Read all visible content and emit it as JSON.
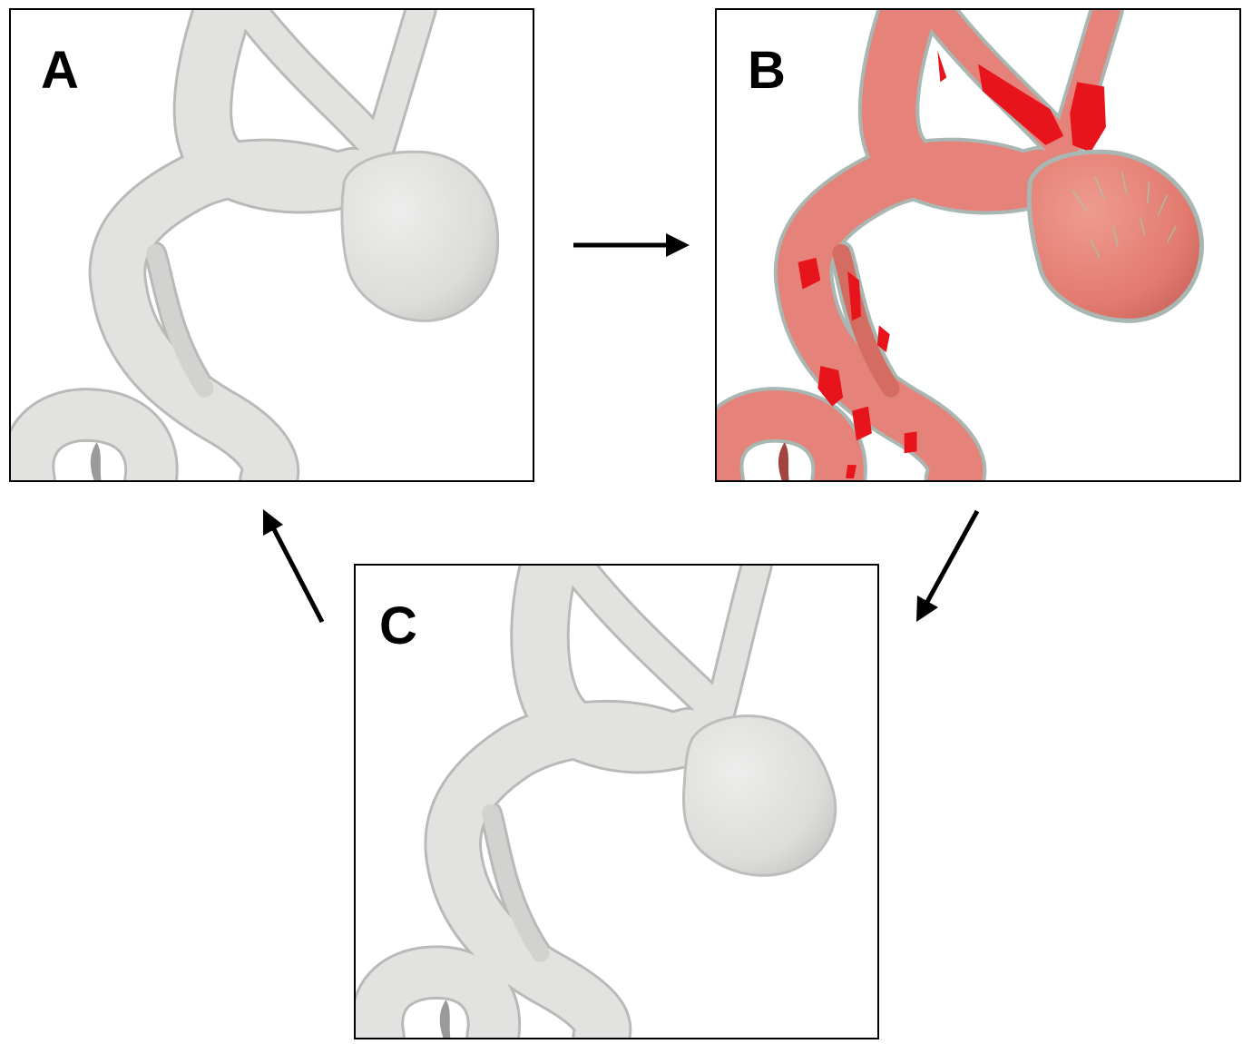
{
  "panels": [
    {
      "id": "A",
      "label": "A",
      "surface_color": "#e4e4e2",
      "shade_color": "#c9c9c7"
    },
    {
      "id": "B",
      "label": "B",
      "surface_color": "#e8857a",
      "shade_color": "#cf6a60",
      "highlight_color": "#e8141c",
      "outline_color": "#a9b7b2"
    },
    {
      "id": "C",
      "label": "C",
      "surface_color": "#e4e4e2",
      "shade_color": "#c9c9c7"
    }
  ],
  "arrows": [
    {
      "from": "A",
      "to": "B"
    },
    {
      "from": "B",
      "to": "C"
    },
    {
      "from": "C",
      "to": "A"
    }
  ]
}
